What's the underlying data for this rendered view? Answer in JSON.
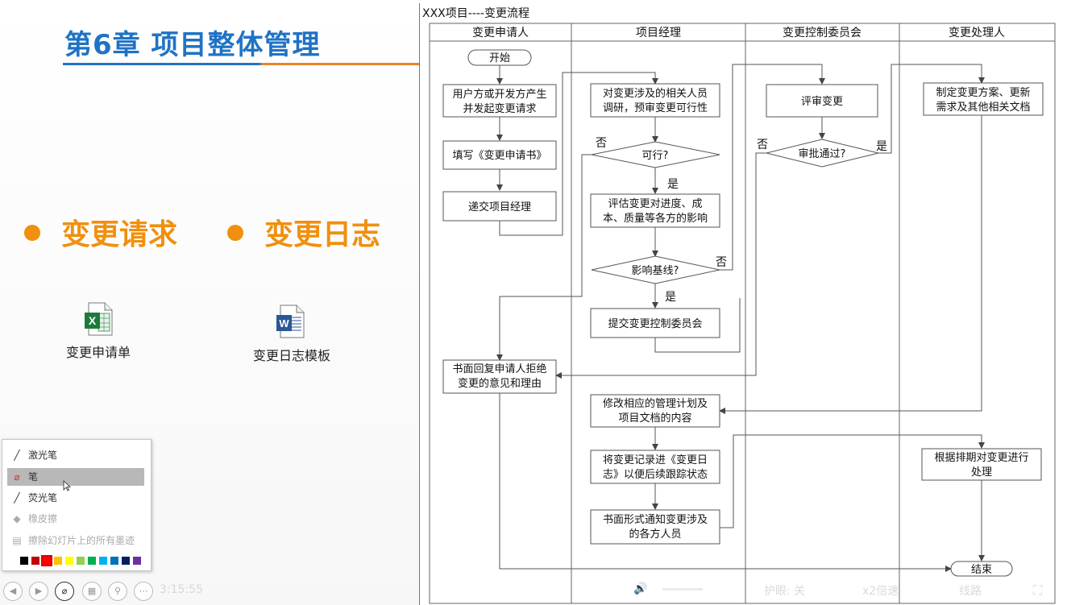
{
  "slide": {
    "title": "第6章 项目整体管理",
    "bullets": [
      "变更请求",
      "变更日志"
    ],
    "files": [
      {
        "label": "变更申请单",
        "icon": "excel-file-icon"
      },
      {
        "label": "变更日志模板",
        "icon": "word-file-icon"
      }
    ]
  },
  "flowchart": {
    "title": "XXX项目----变更流程",
    "lanes": [
      "变更申请人",
      "项目经理",
      "变更控制委员会",
      "变更处理人"
    ],
    "nodes": {
      "start": "开始",
      "user_request": [
        "用户方或开发方产生",
        "并发起变更请求"
      ],
      "fill_form": "填写《变更申请书》",
      "submit_pm": "递交项目经理",
      "survey": [
        "对变更涉及的相关人员",
        "调研，预审变更可行性"
      ],
      "feasible": "可行?",
      "assess": [
        "评估变更对进度、成",
        "本、质量等各方的影响"
      ],
      "baseline": "影响基线?",
      "submit_ccb": "提交变更控制委员会",
      "reply_reject": [
        "书面回复申请人拒绝",
        "变更的意见和理由"
      ],
      "modify_plan": [
        "修改相应的管理计划及",
        "项目文档的内容"
      ],
      "record_log": [
        "将变更记录进《变更日",
        "志》以便后续跟踪状态"
      ],
      "notify": [
        "书面形式通知变更涉及",
        "的各方人员"
      ],
      "review": "评审变更",
      "approved": "审批通过?",
      "make_plan": [
        "制定变更方案、更新",
        "需求及其他相关文档"
      ],
      "process": [
        "根据排期对变更进行",
        "处理"
      ],
      "end": "结束"
    },
    "edge_labels": {
      "no": "否",
      "yes": "是"
    }
  },
  "pen_menu": {
    "items": [
      {
        "label": "激光笔",
        "icon": "laser-pointer-icon",
        "state": "normal"
      },
      {
        "label": "笔",
        "icon": "pen-icon",
        "state": "active"
      },
      {
        "label": "荧光笔",
        "icon": "highlighter-icon",
        "state": "normal"
      },
      {
        "label": "橡皮擦",
        "icon": "eraser-icon",
        "state": "disabled"
      },
      {
        "label": "擦除幻灯片上的所有墨迹",
        "icon": "erase-all-icon",
        "state": "disabled"
      }
    ],
    "colors": [
      "#000000",
      "#c00000",
      "#ff0000",
      "#ffc000",
      "#ffff00",
      "#92d050",
      "#00b050",
      "#00b0f0",
      "#0070c0",
      "#002060",
      "#7030a0"
    ],
    "selected_color_index": 2
  },
  "controls": {
    "timer": "3:15:55",
    "player_speed": "x2倍速",
    "player_line": "线路",
    "player_barrage": "护眼: 关"
  },
  "colors": {
    "title_blue": "#1f73c4",
    "accent_orange": "#f0900e"
  }
}
